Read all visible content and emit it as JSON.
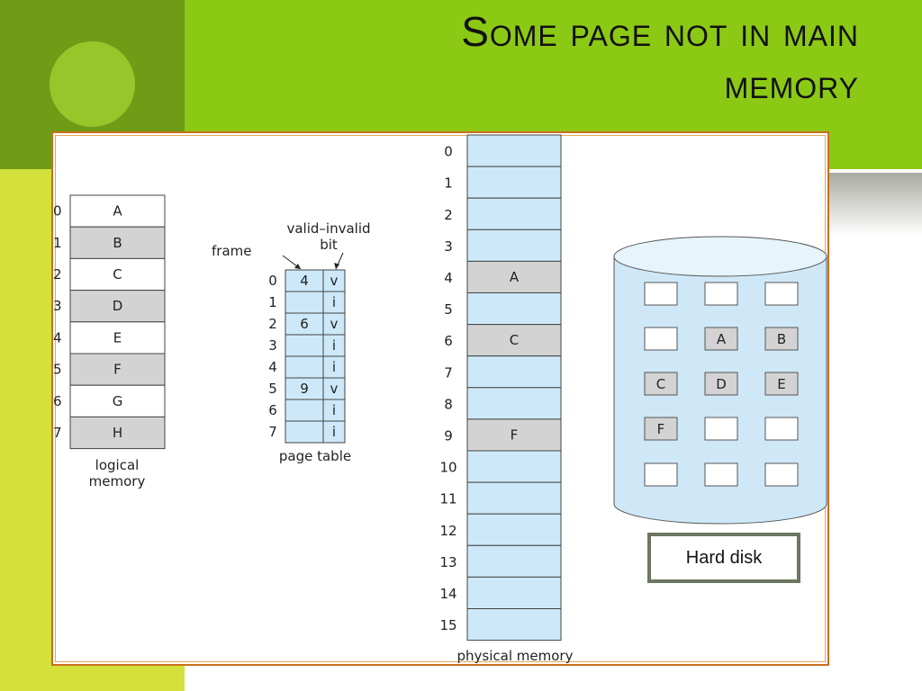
{
  "slide": {
    "title_line1": "Some page not in main",
    "title_line2": "memory"
  },
  "logical_memory": {
    "caption_line1": "logical",
    "caption_line2": "memory",
    "rows": [
      {
        "index": "0",
        "page": "A",
        "shaded": false
      },
      {
        "index": "1",
        "page": "B",
        "shaded": true
      },
      {
        "index": "2",
        "page": "C",
        "shaded": false
      },
      {
        "index": "3",
        "page": "D",
        "shaded": true
      },
      {
        "index": "4",
        "page": "E",
        "shaded": false
      },
      {
        "index": "5",
        "page": "F",
        "shaded": true
      },
      {
        "index": "6",
        "page": "G",
        "shaded": false
      },
      {
        "index": "7",
        "page": "H",
        "shaded": true
      }
    ]
  },
  "page_table": {
    "frame_label": "frame",
    "valid_label_line1": "valid–invalid",
    "valid_label_line2": "bit",
    "caption": "page table",
    "rows": [
      {
        "index": "0",
        "frame": "4",
        "bit": "v"
      },
      {
        "index": "1",
        "frame": "",
        "bit": "i"
      },
      {
        "index": "2",
        "frame": "6",
        "bit": "v"
      },
      {
        "index": "3",
        "frame": "",
        "bit": "i"
      },
      {
        "index": "4",
        "frame": "",
        "bit": "i"
      },
      {
        "index": "5",
        "frame": "9",
        "bit": "v"
      },
      {
        "index": "6",
        "frame": "",
        "bit": "i"
      },
      {
        "index": "7",
        "frame": "",
        "bit": "i"
      }
    ]
  },
  "physical_memory": {
    "caption": "physical memory",
    "frames": [
      {
        "index": "0",
        "page": ""
      },
      {
        "index": "1",
        "page": ""
      },
      {
        "index": "2",
        "page": ""
      },
      {
        "index": "3",
        "page": ""
      },
      {
        "index": "4",
        "page": "A"
      },
      {
        "index": "5",
        "page": ""
      },
      {
        "index": "6",
        "page": "C"
      },
      {
        "index": "7",
        "page": ""
      },
      {
        "index": "8",
        "page": ""
      },
      {
        "index": "9",
        "page": "F"
      },
      {
        "index": "10",
        "page": ""
      },
      {
        "index": "11",
        "page": ""
      },
      {
        "index": "12",
        "page": ""
      },
      {
        "index": "13",
        "page": ""
      },
      {
        "index": "14",
        "page": ""
      },
      {
        "index": "15",
        "page": ""
      }
    ]
  },
  "hard_disk": {
    "label": "Hard disk",
    "grid": [
      [
        "",
        "",
        ""
      ],
      [
        "",
        "A",
        "B"
      ],
      [
        "C",
        "D",
        "E"
      ],
      [
        "F",
        "",
        ""
      ],
      [
        "",
        "",
        ""
      ]
    ]
  },
  "colors": {
    "memory_fill": "#cde9f9",
    "shaded_fill": "#d3d3d3",
    "page_table_fill": "#cde9f9",
    "disk_fill": "#cfe8f8",
    "frame_border": "#c8701c",
    "green_band": "#8cc915"
  }
}
